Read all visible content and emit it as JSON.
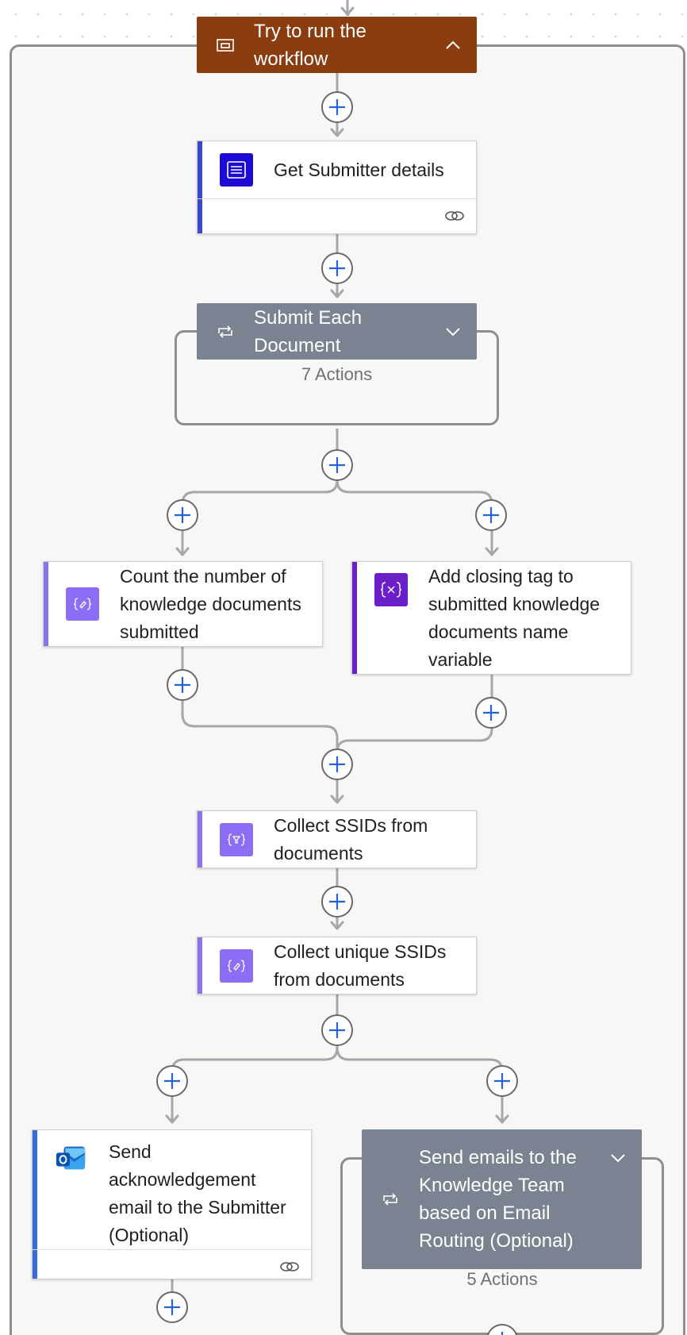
{
  "scope": {
    "title": "Try to run the workflow",
    "color": "#8a3d0f"
  },
  "steps": {
    "get_submitter": {
      "title": "Get Submitter details",
      "accent": "#3b48cc",
      "icon_color": "#1b0bd4",
      "icon": "list-icon"
    },
    "submit_each": {
      "title": "Submit Each Document",
      "actions": "7 Actions",
      "color": "#7a8491",
      "icon": "loop-icon"
    },
    "count_docs": {
      "title": "Count the number of knowledge documents submitted",
      "accent": "#8b73ee",
      "icon_color": "#8b6ef5",
      "icon": "increment-variable-icon"
    },
    "closing_tag": {
      "title": "Add closing tag to submitted knowledge documents name variable",
      "accent": "#6a22c6",
      "icon_color": "#6a1fc9",
      "icon": "variable-icon"
    },
    "collect_ssids": {
      "title": "Collect SSIDs from documents",
      "accent": "#8b73ee",
      "icon_color": "#8b6ef5",
      "icon": "filter-variable-icon"
    },
    "collect_unique": {
      "title": "Collect unique SSIDs from documents",
      "accent": "#8b73ee",
      "icon_color": "#8b6ef5",
      "icon": "set-variable-icon"
    },
    "send_ack": {
      "title": "Send acknowledgement email to the Submitter (Optional)",
      "accent": "#2f6fd6",
      "icon": "outlook-icon"
    },
    "send_team": {
      "title": "Send emails to the Knowledge Team based on Email Routing (Optional)",
      "actions": "5 Actions",
      "color": "#7a8491",
      "icon": "loop-icon"
    }
  },
  "colors": {
    "connector": "#a6a6ab",
    "plus_icon": "#2563d8"
  }
}
